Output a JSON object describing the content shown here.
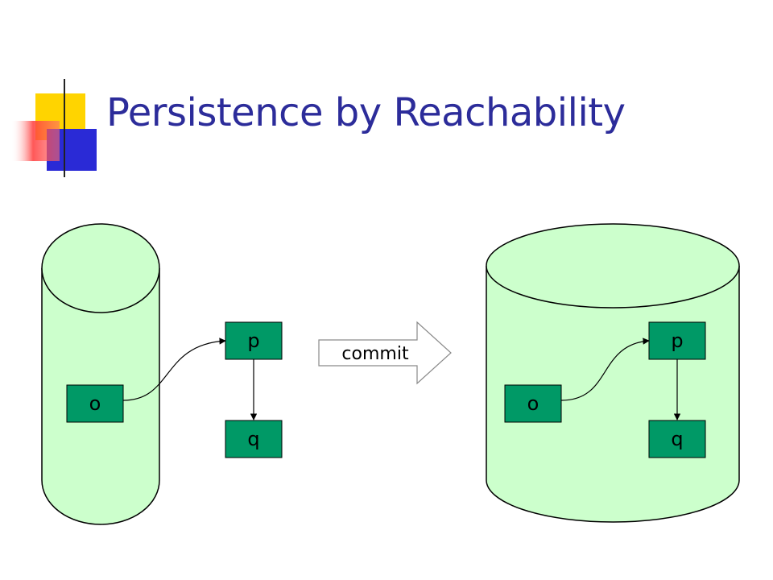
{
  "slide": {
    "title": "Persistence by Reachability"
  },
  "colors": {
    "title": "#2c2c9a",
    "cylinder_fill": "#ccffcc",
    "object_box_fill": "#009966",
    "logo_yellow": "#ffd400",
    "logo_blue": "#2a2ad6",
    "logo_red": "#ff3b3b"
  },
  "before": {
    "objects": [
      {
        "id": "o",
        "label": "o"
      },
      {
        "id": "p",
        "label": "p"
      },
      {
        "id": "q",
        "label": "q"
      }
    ]
  },
  "transition": {
    "label": "commit"
  },
  "after": {
    "objects": [
      {
        "id": "o",
        "label": "o"
      },
      {
        "id": "p",
        "label": "p"
      },
      {
        "id": "q",
        "label": "q"
      }
    ]
  }
}
